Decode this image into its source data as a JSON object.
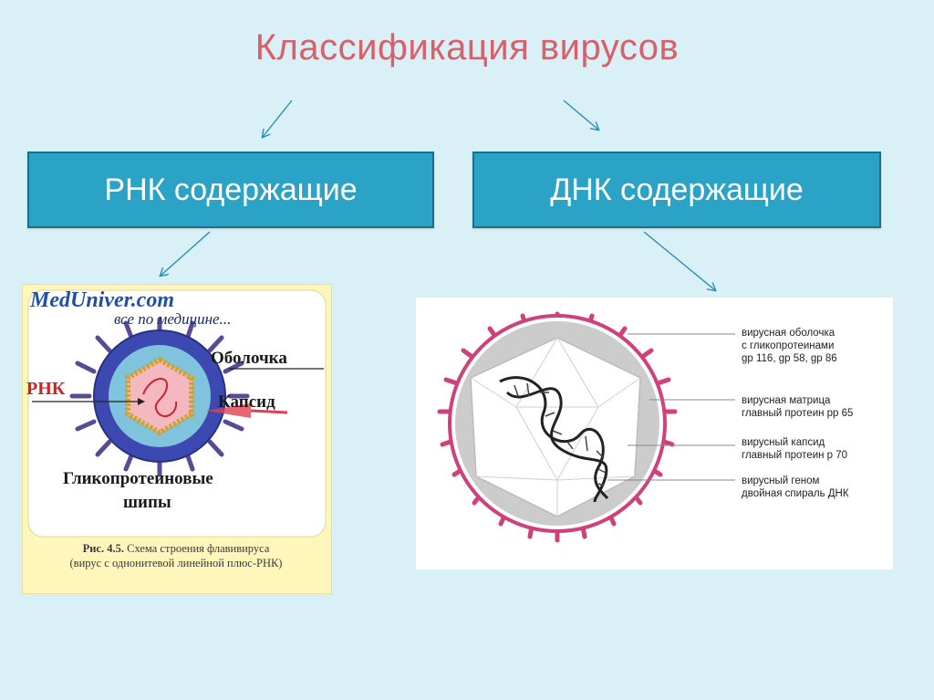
{
  "title": "Классификация вирусов",
  "categories": {
    "rna": "РНК содержащие",
    "dna": "ДНК содержащие"
  },
  "rna_figure": {
    "brand": "MedUniver.com",
    "slogan": "все по медицине...",
    "labels": {
      "envelope": "Оболочка",
      "rna": "РНК",
      "capsid": "Капсид",
      "spikes_line1": "Гликопротеиновые",
      "spikes_line2": "шипы"
    },
    "caption_ref": "Рис. 4.5.",
    "caption_line1": "Схема строения флавивируса",
    "caption_line2": "(вирус с однонитевой линейной плюс-РНК)"
  },
  "dna_figure": {
    "labels": [
      {
        "line1": "вирусная оболочка",
        "line2": "с гликопротеинами",
        "line3": "gp 116, gp 58, gp 86"
      },
      {
        "line1": "вирусная матрица",
        "line2": "главный протеин pp 65"
      },
      {
        "line1": "вирусный капсид",
        "line2": "главный протеин р 70"
      },
      {
        "line1": "вирусный геном",
        "line2": "двойная спираль ДНК"
      }
    ]
  },
  "colors": {
    "title": "#d9606a",
    "category_box": "#2aa3c6",
    "background": "#d8f0f6",
    "arrow": "#2a8fb5"
  }
}
